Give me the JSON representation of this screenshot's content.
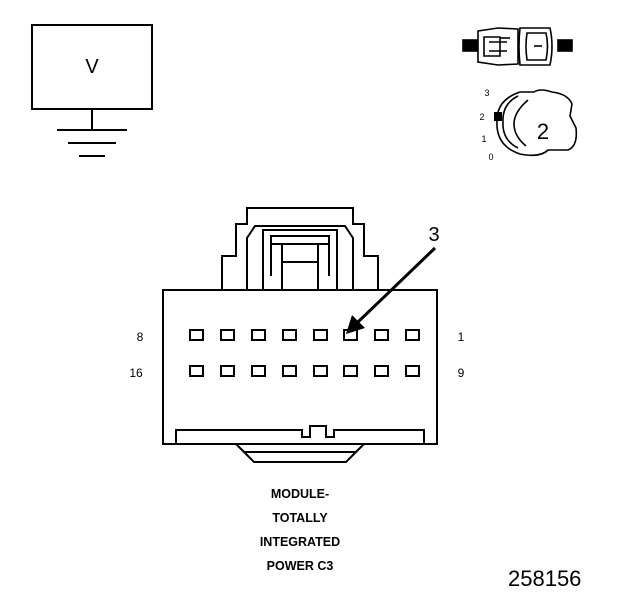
{
  "meter": {
    "symbol": "V"
  },
  "switch": {
    "positions": [
      "3",
      "2",
      "1",
      "0"
    ],
    "selected": "2"
  },
  "connector": {
    "callout": "3",
    "pin_labels": {
      "top_left": "8",
      "top_right": "1",
      "bottom_left": "16",
      "bottom_right": "9"
    },
    "caption_lines": [
      "MODULE-",
      "TOTALLY",
      "INTEGRATED",
      "POWER C3"
    ]
  },
  "figure_number": "258156",
  "colors": {
    "line": "#000000",
    "background": "#ffffff"
  }
}
